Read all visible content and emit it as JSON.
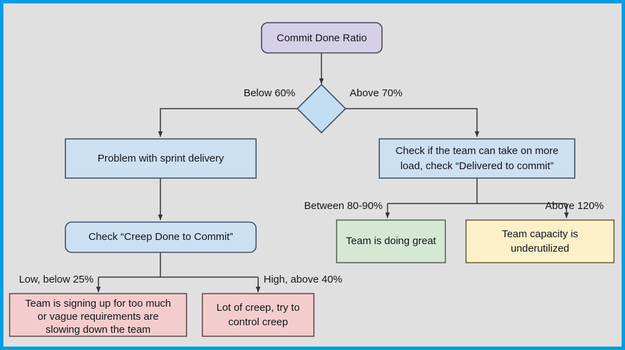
{
  "diagram": {
    "title_node": "Commit Done Ratio",
    "background_color": "#e0e0e0",
    "border_color": "#029ee3",
    "nodes": {
      "commit_done_ratio": "Commit Done Ratio",
      "decision": "",
      "problem_sprint_delivery": "Problem with sprint delivery",
      "check_more_load_line1": "Check if the team can take on more",
      "check_more_load_line2": "load, check “Delivered to commit”",
      "check_creep": "Check “Creep Done to Commit”",
      "team_doing_great": "Team is doing great",
      "team_capacity_line1": "Team capacity is",
      "team_capacity_line2": "underutilized",
      "signing_up_line1": "Team is signing up for too much",
      "signing_up_line2": "or vague requirements are",
      "signing_up_line3": "slowing down the team",
      "lot_of_creep_line1": "Lot of creep, try to",
      "lot_of_creep_line2": "control creep"
    },
    "edge_labels": {
      "below_60": "Below 60%",
      "above_70": "Above 70%",
      "between_80_90": "Between 80-90%",
      "above_120": "Above 120%",
      "low_below_25": "Low, below 25%",
      "high_above_40": "High, above 40%"
    },
    "colors": {
      "lavender": "#d5cfe8",
      "light_blue": "#cde0f2",
      "diamond_blue": "#c3ddf2",
      "green": "#d5e8d4",
      "yellow": "#fdf0c9",
      "pink": "#f3cdcd"
    }
  }
}
